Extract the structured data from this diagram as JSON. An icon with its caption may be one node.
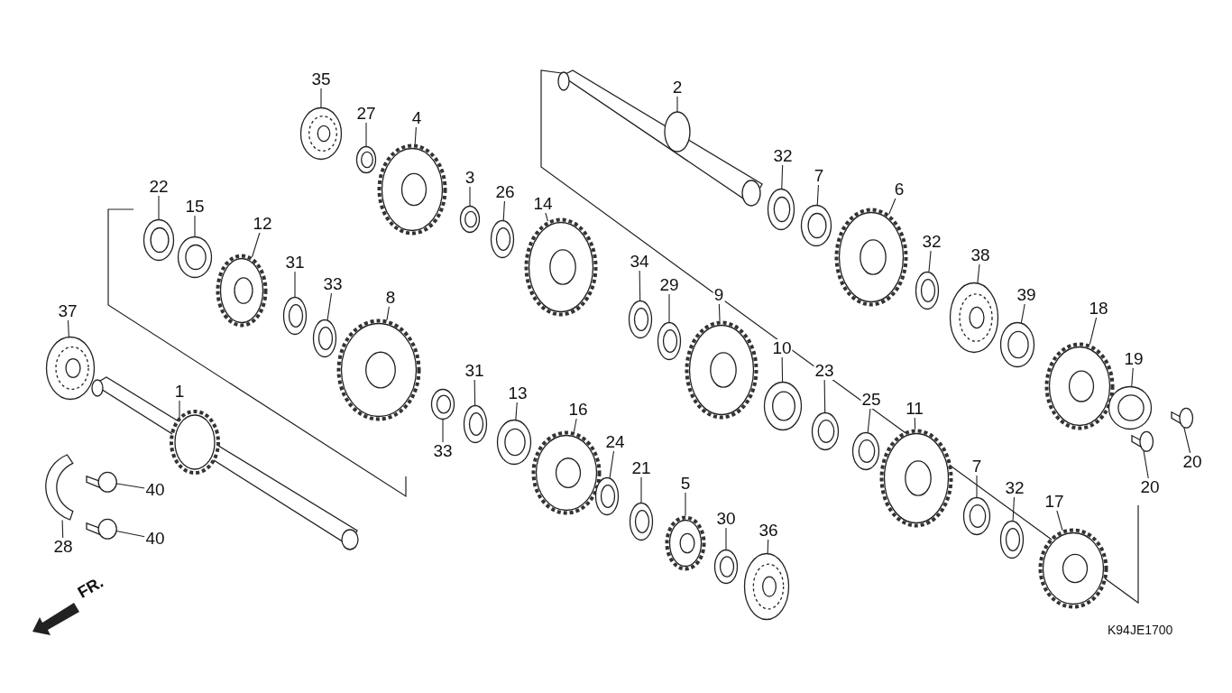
{
  "diagram": {
    "nodes": [
      {
        "text": [
          "35"
        ]
      },
      {
        "text": [
          "27"
        ]
      },
      {
        "text": [
          "4"
        ]
      },
      {
        "text": [
          "3"
        ]
      },
      {
        "text": [
          "26"
        ]
      },
      {
        "text": [
          "14"
        ]
      },
      {
        "text": [
          "22"
        ]
      },
      {
        "text": [
          "15"
        ]
      },
      {
        "text": [
          "12"
        ]
      },
      {
        "text": [
          "31"
        ]
      },
      {
        "text": [
          "33"
        ]
      },
      {
        "text": [
          "37"
        ]
      },
      {
        "text": [
          "8"
        ]
      },
      {
        "text": [
          "1"
        ]
      },
      {
        "text": [
          "2"
        ]
      },
      {
        "text": [
          "32"
        ]
      },
      {
        "text": [
          "7"
        ]
      },
      {
        "text": [
          "6"
        ]
      },
      {
        "text": [
          "32"
        ]
      },
      {
        "text": [
          "38"
        ]
      },
      {
        "text": [
          "39"
        ]
      },
      {
        "text": [
          "18"
        ]
      },
      {
        "text": [
          "19"
        ]
      },
      {
        "text": [
          "34"
        ]
      },
      {
        "text": [
          "29"
        ]
      },
      {
        "text": [
          "9"
        ]
      },
      {
        "text": [
          "10"
        ]
      },
      {
        "text": [
          "23"
        ]
      },
      {
        "text": [
          "25"
        ]
      },
      {
        "text": [
          "11"
        ]
      },
      {
        "text": [
          "31"
        ]
      },
      {
        "text": [
          "13"
        ]
      },
      {
        "text": [
          "16"
        ]
      },
      {
        "text": [
          "24"
        ]
      },
      {
        "text": [
          "21"
        ]
      },
      {
        "text": [
          "5"
        ]
      },
      {
        "text": [
          "30"
        ]
      },
      {
        "text": [
          "36"
        ]
      },
      {
        "text": [
          "7"
        ]
      },
      {
        "text": [
          "32"
        ]
      },
      {
        "text": [
          "17"
        ]
      },
      {
        "text": [
          "20"
        ]
      },
      {
        "text": [
          "20"
        ]
      },
      {
        "text": [
          "33"
        ]
      },
      {
        "text": [
          "40"
        ]
      },
      {
        "text": [
          "40"
        ]
      },
      {
        "text": [
          "28"
        ]
      },
      {
        "text": [],
        "shape": "bearing"
      },
      {
        "text": [],
        "shape": "ring"
      },
      {
        "text": [],
        "shape": "gear"
      },
      {
        "text": [],
        "shape": "ring"
      },
      {
        "text": [],
        "shape": "ring"
      },
      {
        "text": [],
        "shape": "gear"
      },
      {
        "text": [],
        "shape": "ring"
      },
      {
        "text": [],
        "shape": "ring"
      },
      {
        "text": [],
        "shape": "gear"
      },
      {
        "text": [],
        "shape": "ring"
      },
      {
        "text": [],
        "shape": "ring"
      },
      {
        "text": [],
        "shape": "bearing"
      },
      {
        "text": [],
        "shape": "gear"
      },
      {
        "text": [],
        "shape": "shaft"
      },
      {
        "text": [],
        "shape": "shaft"
      },
      {
        "text": [],
        "shape": "ring"
      },
      {
        "text": [],
        "shape": "ring"
      },
      {
        "text": [],
        "shape": "gear"
      },
      {
        "text": [],
        "shape": "ring"
      },
      {
        "text": [],
        "shape": "bearing"
      },
      {
        "text": [],
        "shape": "ring"
      },
      {
        "text": [],
        "shape": "gear"
      },
      {
        "text": [],
        "shape": "ring"
      },
      {
        "text": [],
        "shape": "ring"
      },
      {
        "text": [],
        "shape": "ring"
      },
      {
        "text": [],
        "shape": "gear"
      },
      {
        "text": [],
        "shape": "ring"
      },
      {
        "text": [],
        "shape": "ring"
      },
      {
        "text": [],
        "shape": "ring"
      },
      {
        "text": [],
        "shape": "gear"
      },
      {
        "text": [],
        "shape": "ring"
      },
      {
        "text": [],
        "shape": "ring"
      },
      {
        "text": [],
        "shape": "gear"
      },
      {
        "text": [],
        "shape": "ring"
      },
      {
        "text": [],
        "shape": "ring"
      },
      {
        "text": [],
        "shape": "gear"
      },
      {
        "text": [],
        "shape": "ring"
      },
      {
        "text": [],
        "shape": "bearing"
      },
      {
        "text": [],
        "shape": "ring"
      },
      {
        "text": [],
        "shape": "ring"
      },
      {
        "text": [],
        "shape": "gear"
      },
      {
        "text": [],
        "shape": "bolt"
      },
      {
        "text": [],
        "shape": "bolt"
      },
      {
        "text": [],
        "shape": "ring"
      },
      {
        "text": [],
        "shape": "bolt"
      },
      {
        "text": [],
        "shape": "bolt"
      },
      {
        "text": [],
        "shape": "bracket"
      }
    ],
    "edges": [
      {
        "from": 0,
        "to": 47,
        "arrow": "none"
      },
      {
        "from": 1,
        "to": 48,
        "arrow": "none"
      },
      {
        "from": 2,
        "to": 49,
        "arrow": "none"
      },
      {
        "from": 3,
        "to": 50,
        "arrow": "none"
      },
      {
        "from": 4,
        "to": 51,
        "arrow": "none"
      },
      {
        "from": 5,
        "to": 52,
        "arrow": "none"
      },
      {
        "from": 6,
        "to": 53,
        "arrow": "none"
      },
      {
        "from": 7,
        "to": 54,
        "arrow": "none"
      },
      {
        "from": 8,
        "to": 55,
        "arrow": "none"
      },
      {
        "from": 9,
        "to": 56,
        "arrow": "none"
      },
      {
        "from": 10,
        "to": 57,
        "arrow": "none"
      },
      {
        "from": 11,
        "to": 58,
        "arrow": "none"
      },
      {
        "from": 12,
        "to": 59,
        "arrow": "none"
      },
      {
        "from": 13,
        "to": 60,
        "arrow": "none"
      },
      {
        "from": 14,
        "to": 61,
        "arrow": "none"
      },
      {
        "from": 15,
        "to": 62,
        "arrow": "none"
      },
      {
        "from": 16,
        "to": 63,
        "arrow": "none"
      },
      {
        "from": 17,
        "to": 64,
        "arrow": "none"
      },
      {
        "from": 18,
        "to": 65,
        "arrow": "none"
      },
      {
        "from": 19,
        "to": 66,
        "arrow": "none"
      },
      {
        "from": 20,
        "to": 67,
        "arrow": "none"
      },
      {
        "from": 21,
        "to": 68,
        "arrow": "none"
      },
      {
        "from": 22,
        "to": 69,
        "arrow": "none"
      },
      {
        "from": 23,
        "to": 70,
        "arrow": "none"
      },
      {
        "from": 24,
        "to": 71,
        "arrow": "none"
      },
      {
        "from": 25,
        "to": 72,
        "arrow": "none"
      },
      {
        "from": 26,
        "to": 73,
        "arrow": "none"
      },
      {
        "from": 27,
        "to": 74,
        "arrow": "none"
      },
      {
        "from": 28,
        "to": 75,
        "arrow": "none"
      },
      {
        "from": 29,
        "to": 76,
        "arrow": "none"
      },
      {
        "from": 30,
        "to": 77,
        "arrow": "none"
      },
      {
        "from": 31,
        "to": 78,
        "arrow": "none"
      },
      {
        "from": 32,
        "to": 79,
        "arrow": "none"
      },
      {
        "from": 33,
        "to": 80,
        "arrow": "none"
      },
      {
        "from": 34,
        "to": 81,
        "arrow": "none"
      },
      {
        "from": 35,
        "to": 82,
        "arrow": "none"
      },
      {
        "from": 36,
        "to": 83,
        "arrow": "none"
      },
      {
        "from": 37,
        "to": 84,
        "arrow": "none"
      },
      {
        "from": 38,
        "to": 85,
        "arrow": "none"
      },
      {
        "from": 39,
        "to": 86,
        "arrow": "none"
      },
      {
        "from": 40,
        "to": 87,
        "arrow": "none"
      },
      {
        "from": 41,
        "to": 88,
        "arrow": "none"
      },
      {
        "from": 42,
        "to": 89,
        "arrow": "none"
      },
      {
        "from": 43,
        "to": 90,
        "arrow": "none"
      },
      {
        "from": 44,
        "to": 91,
        "arrow": "none"
      },
      {
        "from": 45,
        "to": 92,
        "arrow": "none"
      },
      {
        "from": 46,
        "to": 93,
        "arrow": "none"
      }
    ],
    "labels": [
      "FR.",
      "K94JE1700"
    ]
  }
}
